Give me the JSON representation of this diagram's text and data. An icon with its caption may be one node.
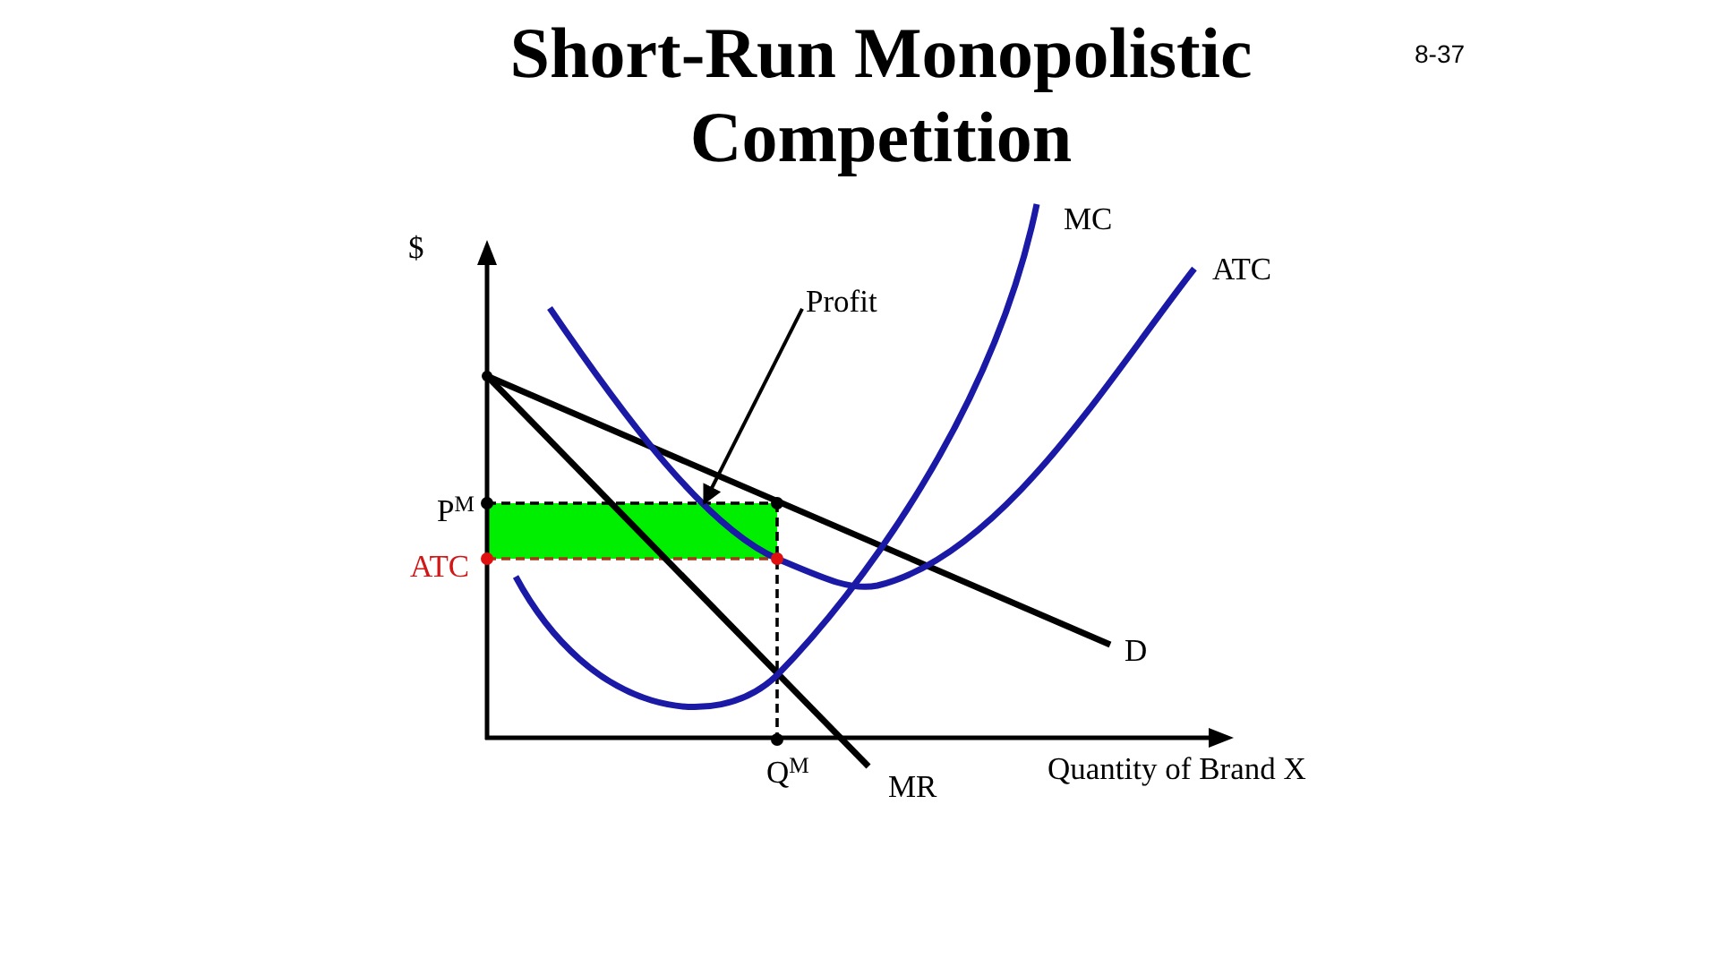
{
  "diagram": {
    "title": "Short-Run Monopolistic Competition",
    "nodes": [
      {
        "text": [
          "Profit"
        ]
      },
      {
        "text": [],
        "shape": "box"
      }
    ],
    "edges": [
      {
        "from": 0,
        "to": 1,
        "arrow": "to"
      }
    ],
    "labels": [
      "8-37",
      "MC",
      "$",
      "ATC",
      "P$^{M}$",
      "ATC",
      "D",
      "Q$^{M}$",
      "MR",
      "Quantity of Brand X"
    ]
  }
}
